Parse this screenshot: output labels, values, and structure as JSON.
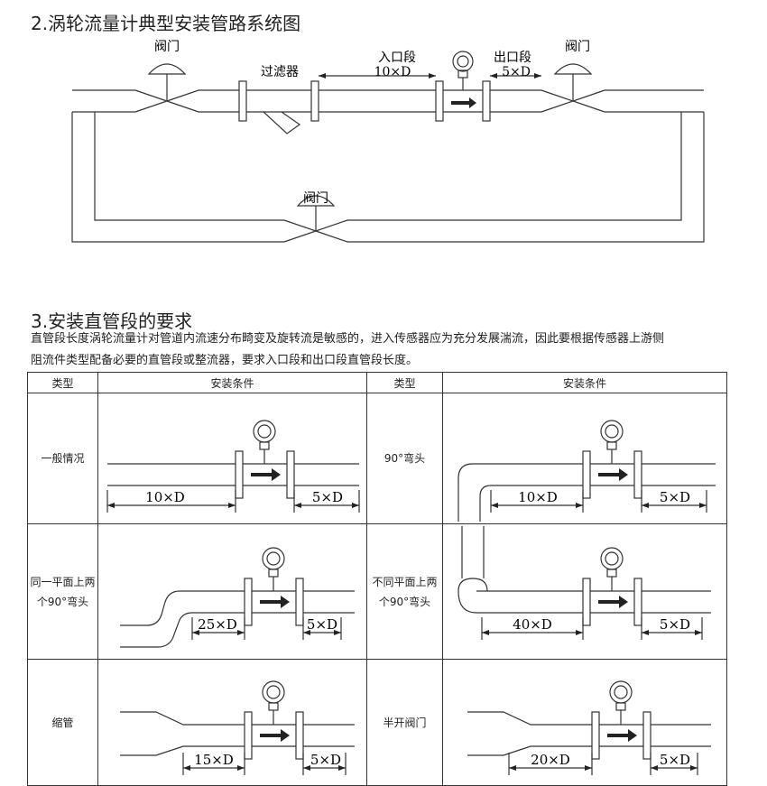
{
  "section2": {
    "title": "2.涡轮流量计典型安装管路系统图",
    "labels": {
      "valve_left": "阀门",
      "valve_right": "阀门",
      "valve_bottom": "阀门",
      "filter": "过滤器",
      "inlet": "入口段",
      "inlet_len": "10×D",
      "outlet": "出口段",
      "outlet_len": "5×D"
    }
  },
  "section3": {
    "title": "3.安装直管段的要求",
    "para_line1": "直管段长度涡轮流量计对管道内流速分布畸变及旋转流是敏感的，进入传感器应为充分发展湍流，因此要根据传感器上游侧",
    "para_line2": "阻流件类型配备必要的直管段或整流器，要求入口段和出口段直管段长度。",
    "table": {
      "headers": [
        "类型",
        "安装条件",
        "类型",
        "安装条件"
      ],
      "cells": [
        {
          "type": "一般情况",
          "in": "10×D",
          "out": "5×D"
        },
        {
          "type": "90°弯头",
          "in": "10×D",
          "out": "5×D"
        },
        {
          "type": "同一平面上两个90°弯头",
          "in": "25×D",
          "out": "5×D"
        },
        {
          "type": "不同平面上两个90°弯头",
          "in": "40×D",
          "out": "5×D"
        },
        {
          "type": "缩管",
          "in": "15×D",
          "out": "5×D"
        },
        {
          "type": "半开阀门",
          "in": "20×D",
          "out": "5×D"
        }
      ]
    }
  }
}
